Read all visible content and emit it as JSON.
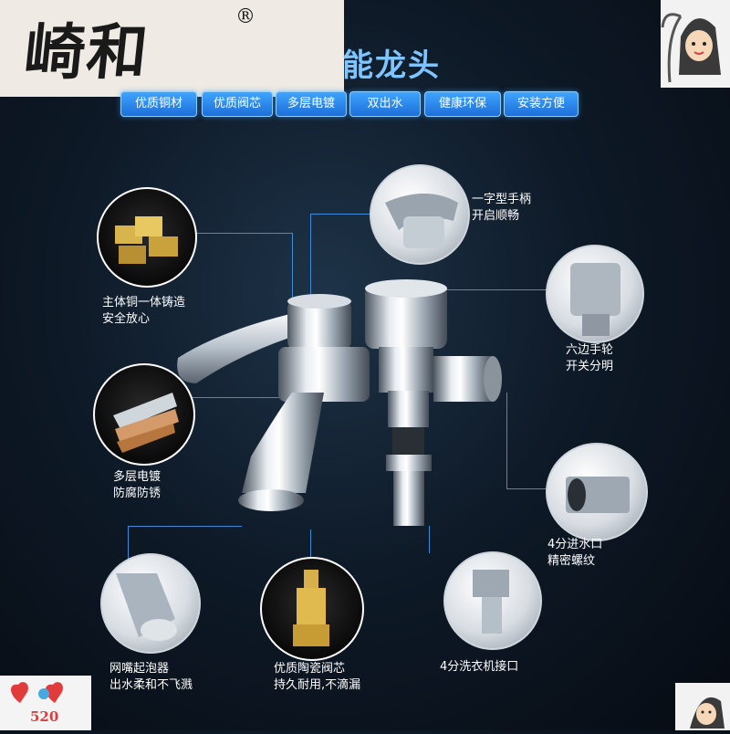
{
  "brand": {
    "name": "崎和",
    "registered": "®"
  },
  "title": "能龙头",
  "features": [
    "优质铜材",
    "优质阀芯",
    "多层电镀",
    "双出水",
    "健康环保",
    "安装方便"
  ],
  "callouts": {
    "handle": [
      "一字型手柄",
      "开启顺畅"
    ],
    "body": [
      "主体铜一体铸造",
      "安全放心"
    ],
    "wheel": [
      "六边手轮",
      "开关分明"
    ],
    "plating": [
      "多层电镀",
      "防腐防锈"
    ],
    "inlet": [
      "4分进水口",
      "精密螺纹"
    ],
    "aerator": [
      "网嘴起泡器",
      "出水柔和不飞溅"
    ],
    "cartridge": [
      "优质陶瓷阀芯",
      "持久耐用,不滴漏"
    ],
    "washer": [
      "4分洗衣机接口"
    ]
  },
  "badge": "520"
}
